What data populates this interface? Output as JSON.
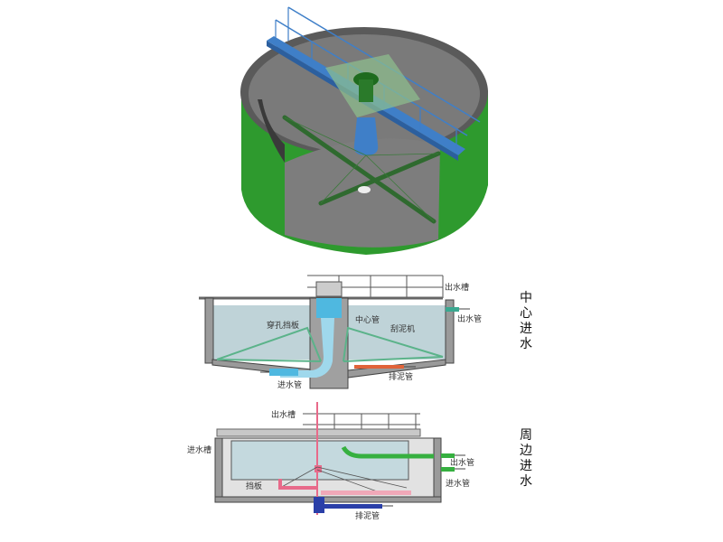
{
  "figure": {
    "top_view": {
      "description": "3D isometric render of circular clarifier with bridge, center drive and scraper arms"
    },
    "section_center_feed": {
      "side_title": "中心进水",
      "labels": {
        "outlet_trough": "出水槽",
        "outlet_pipe": "出水管",
        "perforated_baffle": "穿孔挡板",
        "center_pipe": "中心管",
        "scraper": "刮泥机",
        "inlet_pipe": "进水管",
        "sludge_pipe": "排泥管"
      }
    },
    "section_peripheral_feed": {
      "side_title": "周边进水",
      "labels": {
        "outlet_trough": "出水槽",
        "inlet_trough": "进水槽",
        "outlet_pipe": "出水管",
        "inlet_pipe": "进水管",
        "baffle": "挡板",
        "sludge_pipe": "排泥管"
      }
    },
    "colors": {
      "tank_green": "#2e9a2e",
      "tank_inner_gray": "#6e6e6e",
      "bridge_blue": "#3f7fc8",
      "scraper_green": "#2f6a2f",
      "water": "#bfd3d8",
      "wall_hatch": "#9a9a9a",
      "center_pipe_blue": "#4fb8e0",
      "sludge_orange": "#e0643a",
      "pink_pipe": "#e86a8a",
      "navy_pipe": "#2a3fa8",
      "green_pipe": "#36b040"
    }
  }
}
